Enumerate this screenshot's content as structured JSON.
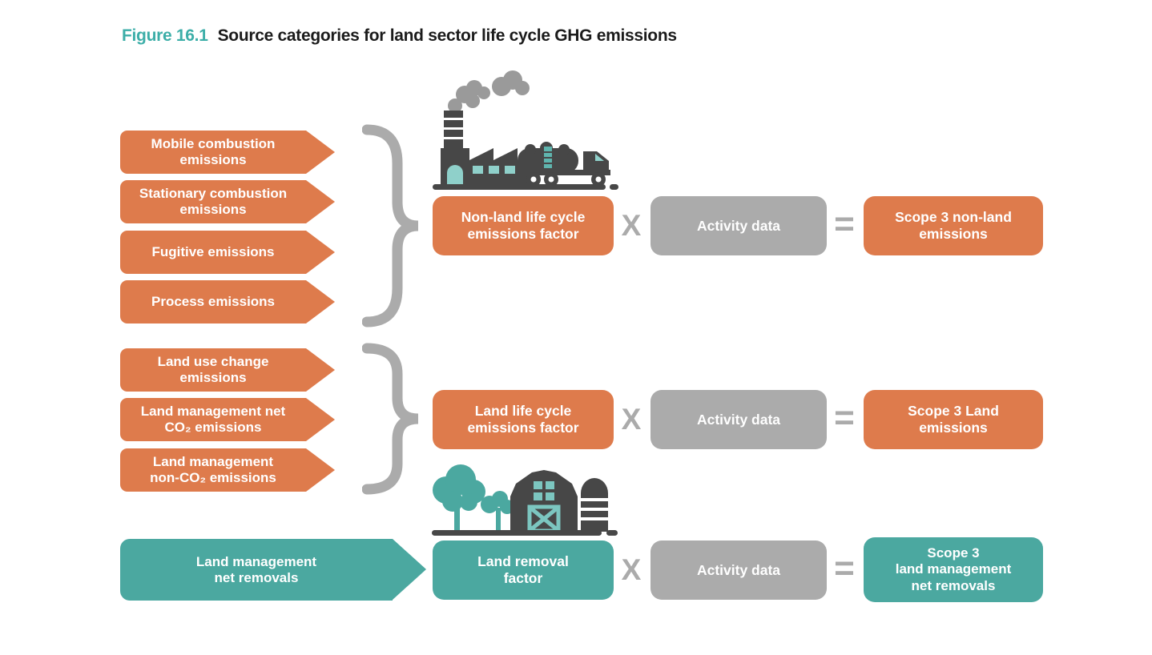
{
  "title": {
    "figure_label": "Figure 16.1",
    "text": "Source categories for land sector life cycle GHG emissions"
  },
  "operators": {
    "multiply": "X",
    "equals": "="
  },
  "colors": {
    "orange": "#DE7B4C",
    "teal": "#4BA8A0",
    "title_teal": "#3CAEA8",
    "gray_box": "#ABABAB",
    "icon_dark": "#474747",
    "icon_smoke": "#9A9A9A",
    "icon_light_teal": "#8FD0CA"
  },
  "icons": {
    "row1": "factory-truck-icon",
    "row3": "barn-farm-icon"
  },
  "rows": [
    {
      "sources": [
        {
          "lines": [
            "Mobile combustion",
            "emissions"
          ]
        },
        {
          "lines": [
            "Stationary combustion",
            "emissions"
          ]
        },
        {
          "lines": [
            "Fugitive emissions"
          ]
        },
        {
          "lines": [
            "Process emissions"
          ]
        }
      ],
      "factor": {
        "lines": [
          "Non-land life cycle",
          "emissions factor"
        ]
      },
      "activity": {
        "lines": [
          "Activity data"
        ]
      },
      "result": {
        "lines": [
          "Scope 3 non-land",
          "emissions"
        ]
      }
    },
    {
      "sources": [
        {
          "lines": [
            "Land use change",
            "emissions"
          ]
        },
        {
          "lines": [
            "Land management net",
            "CO₂ emissions"
          ]
        },
        {
          "lines": [
            "Land management",
            "non-CO₂ emissions"
          ]
        }
      ],
      "factor": {
        "lines": [
          "Land life cycle",
          "emissions factor"
        ]
      },
      "activity": {
        "lines": [
          "Activity data"
        ]
      },
      "result": {
        "lines": [
          "Scope 3 Land",
          "emissions"
        ]
      }
    },
    {
      "sources": [
        {
          "lines": [
            "Land management",
            "net removals"
          ]
        }
      ],
      "factor": {
        "lines": [
          "Land removal",
          "factor"
        ]
      },
      "activity": {
        "lines": [
          "Activity data"
        ]
      },
      "result": {
        "lines": [
          "Scope 3",
          "land management",
          "net removals"
        ]
      }
    }
  ]
}
